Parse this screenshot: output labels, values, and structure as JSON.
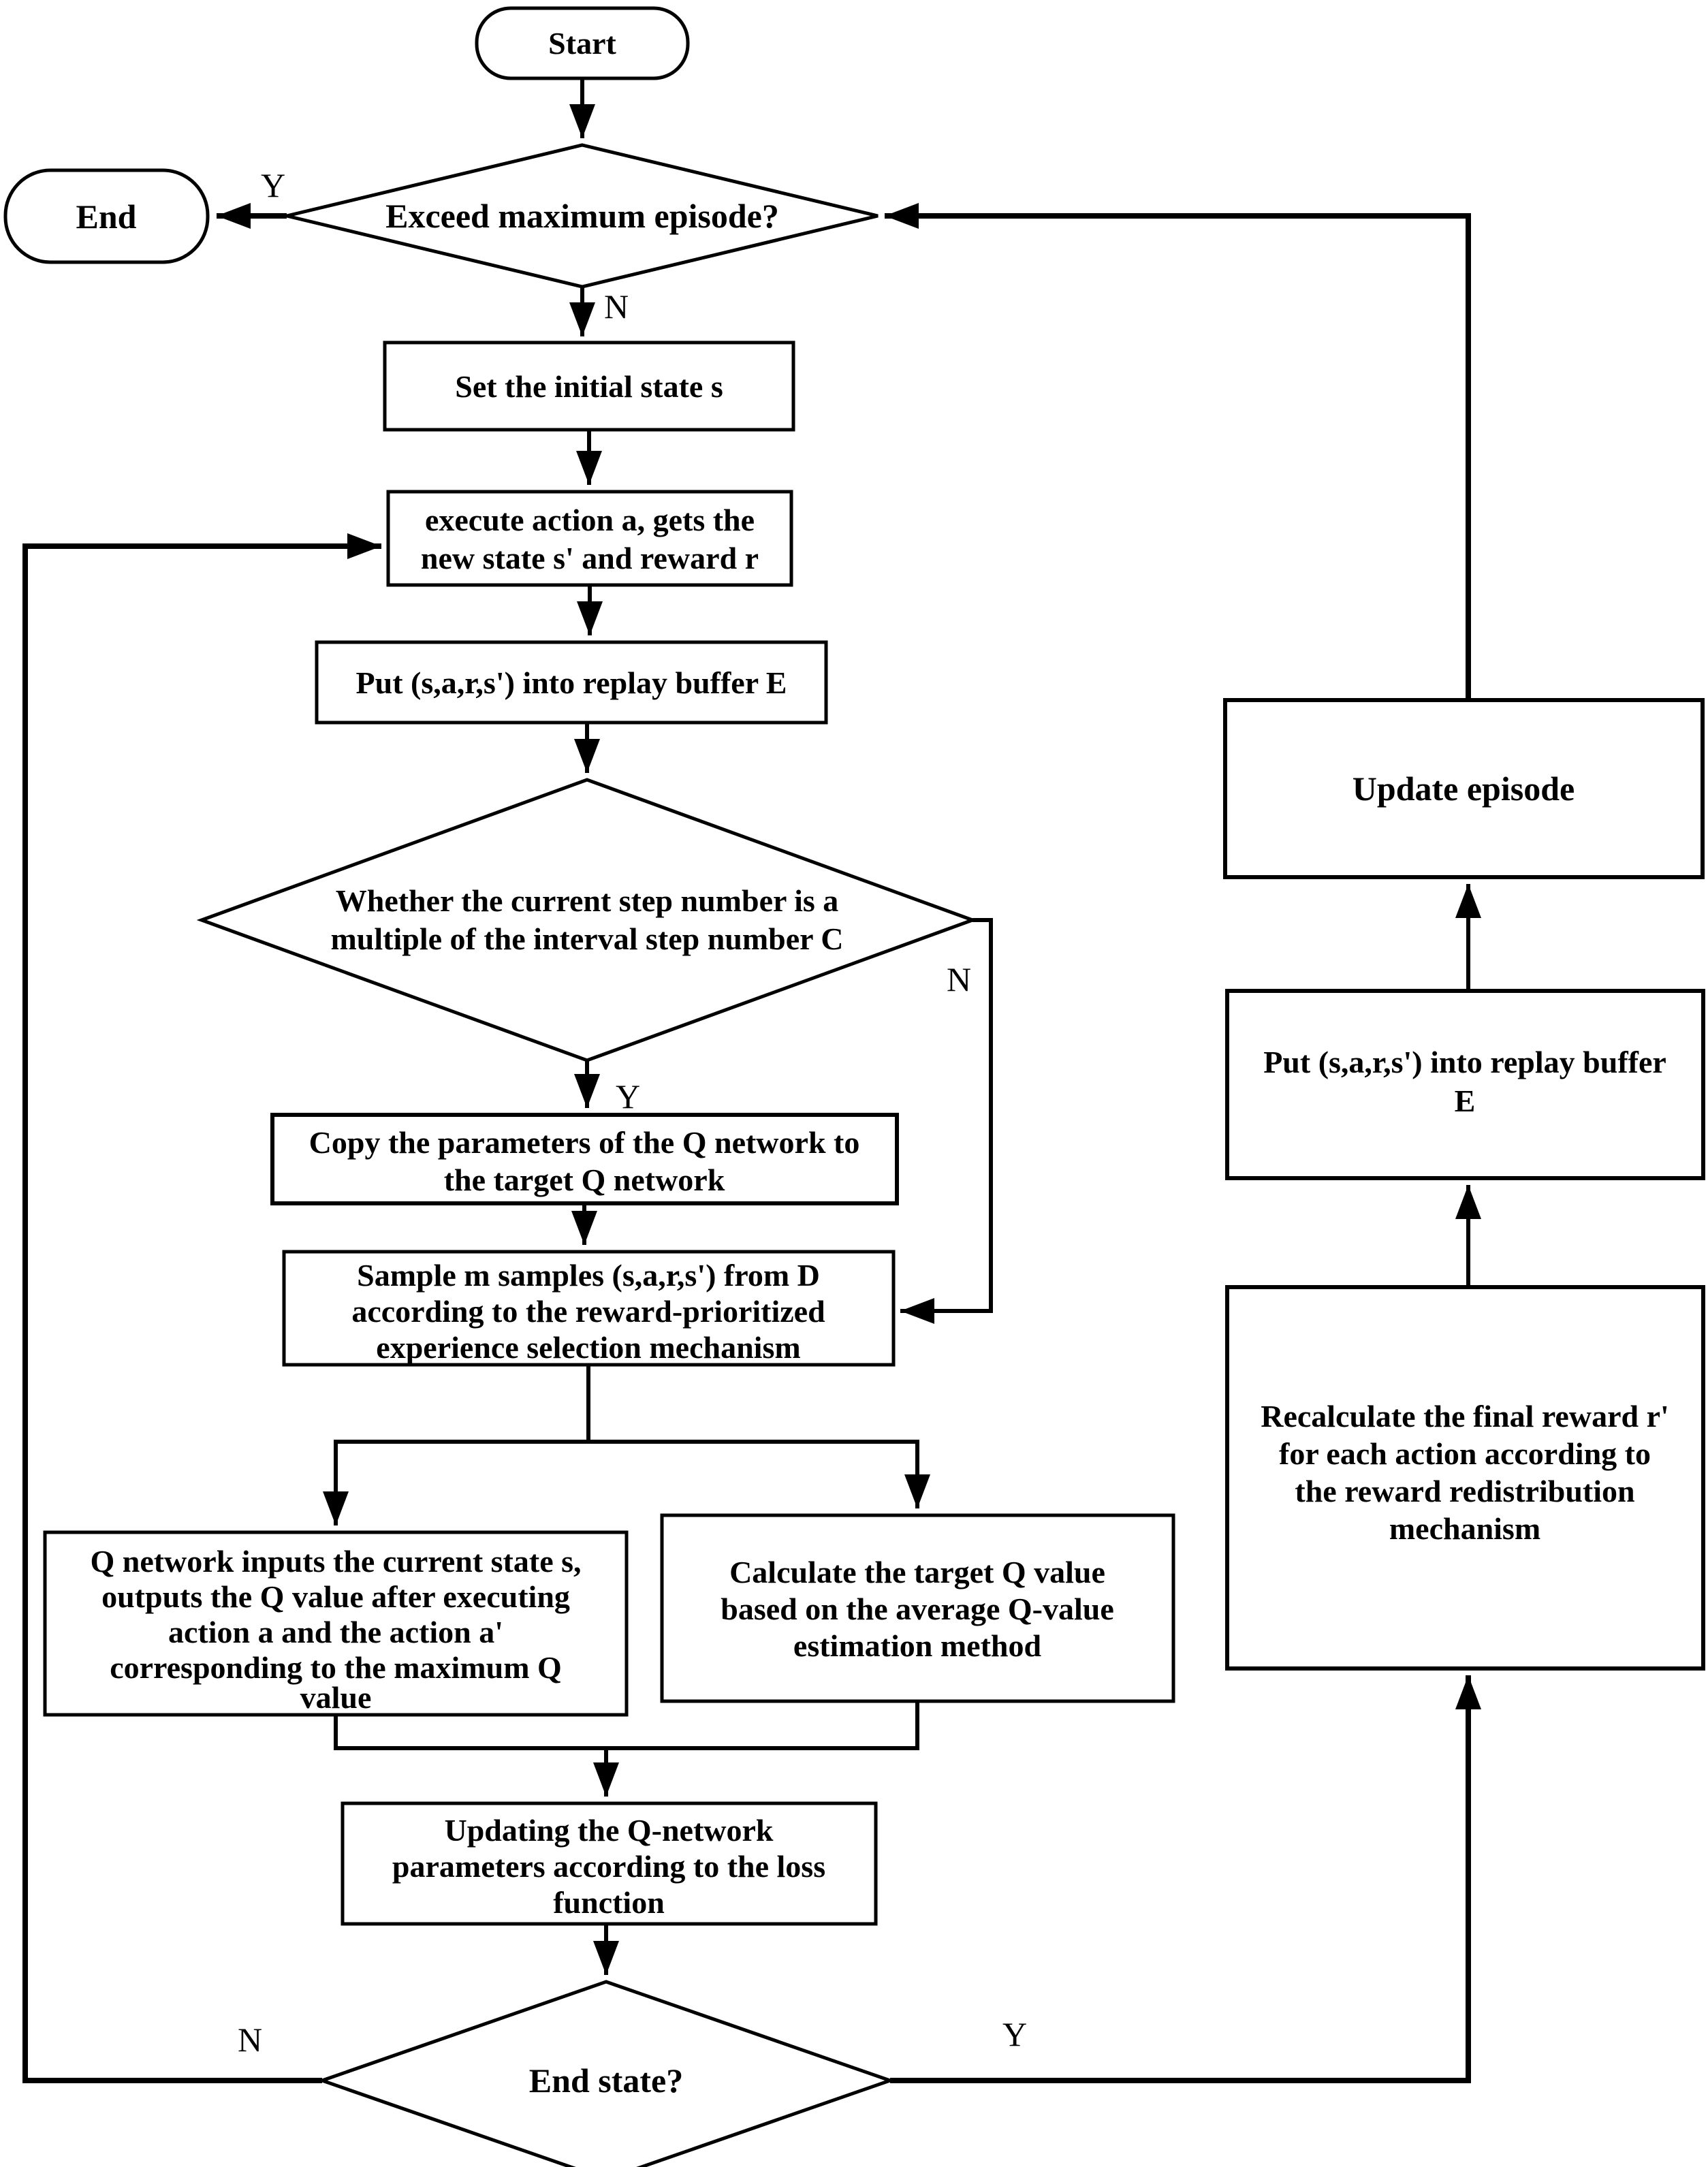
{
  "figure": {
    "type": "flowchart",
    "background_color": "#ffffff",
    "line_color": "#000000",
    "nodes": {
      "start": {
        "shape": "rounded",
        "label": "Start"
      },
      "exceed_max_episode": {
        "shape": "diamond",
        "label": "Exceed maximum episode?"
      },
      "end": {
        "shape": "rounded",
        "label": "End"
      },
      "set_initial_state": {
        "shape": "rect",
        "label": "Set the initial state s"
      },
      "execute_action": {
        "shape": "rect",
        "lines": [
          "execute action a, gets the",
          "new state s' and reward r"
        ]
      },
      "put_replay_buffer": {
        "shape": "rect",
        "label": "Put (s,a,r,s') into replay buffer E"
      },
      "step_multiple_check": {
        "shape": "diamond",
        "lines": [
          "Whether the current step number is a",
          "multiple of the interval step number C"
        ]
      },
      "copy_parameters": {
        "shape": "rect",
        "lines": [
          "Copy the parameters of the Q network to",
          "the target Q network"
        ]
      },
      "sample_m_samples": {
        "shape": "rect",
        "lines": [
          "Sample m samples (s,a,r,s') from D",
          "according to the reward-prioritized",
          "experience selection mechanism"
        ]
      },
      "q_network_inputs": {
        "shape": "rect",
        "lines": [
          "Q network inputs the current state s,",
          "outputs the Q value after executing",
          "action a and the action a'",
          "corresponding to the maximum Q",
          "value"
        ]
      },
      "calculate_target_q": {
        "shape": "rect",
        "lines": [
          "Calculate the target Q value",
          "based on the average Q-value",
          "estimation method"
        ]
      },
      "updating_q_network": {
        "shape": "rect",
        "lines": [
          "Updating the Q-network",
          "parameters according to the loss",
          "function"
        ]
      },
      "end_state": {
        "shape": "diamond",
        "label": "End state?"
      },
      "update_episode": {
        "shape": "rect",
        "label": "Update episode"
      },
      "put_replay_buffer_2": {
        "shape": "rect",
        "lines": [
          "Put (s,a,r,s') into replay buffer",
          "E"
        ]
      },
      "recalculate_reward": {
        "shape": "rect",
        "lines": [
          "Recalculate the final reward r'",
          "for each action according to",
          "the reward redistribution",
          "mechanism"
        ]
      }
    },
    "branch_labels": {
      "exceed_yes": "Y",
      "exceed_no": "N",
      "step_yes": "Y",
      "step_no": "N",
      "end_state_no": "N",
      "end_state_yes": "Y"
    }
  }
}
